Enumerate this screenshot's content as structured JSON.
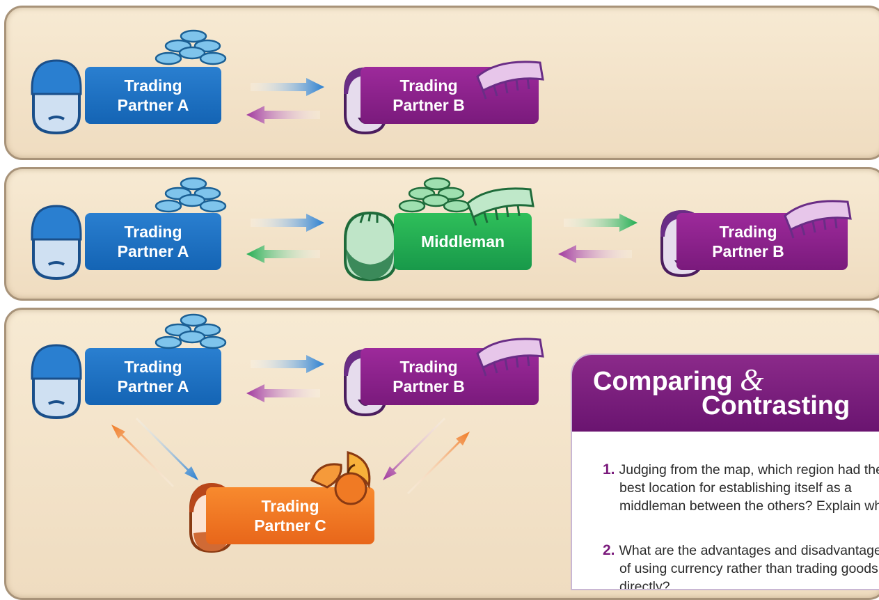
{
  "panel1": {
    "partner_a": {
      "line1": "Trading",
      "line2": "Partner A"
    },
    "partner_b": {
      "line1": "Trading",
      "line2": "Partner B"
    }
  },
  "panel2": {
    "partner_a": {
      "line1": "Trading",
      "line2": "Partner A"
    },
    "middleman": "Middleman",
    "partner_b": {
      "line1": "Trading",
      "line2": "Partner B"
    }
  },
  "panel3": {
    "partner_a": {
      "line1": "Trading",
      "line2": "Partner A"
    },
    "partner_b": {
      "line1": "Trading",
      "line2": "Partner B"
    },
    "partner_c": {
      "line1": "Trading",
      "line2": "Partner C"
    }
  },
  "compare": {
    "title_word1": "Comparing",
    "title_amp": "&",
    "title_word2": "Contrasting",
    "q1_num": "1.",
    "q1_text": "Judging from the map, which region had the best location for establishing itself as a middleman between the others? Explain why.",
    "q2_num": "2.",
    "q2_text": "What are the advantages and disadvantages of using currency rather than trading goods directly?"
  },
  "colors": {
    "blue": "#1f73c6",
    "purple": "#8b2289",
    "green": "#22ad52",
    "orange": "#f07a24"
  }
}
